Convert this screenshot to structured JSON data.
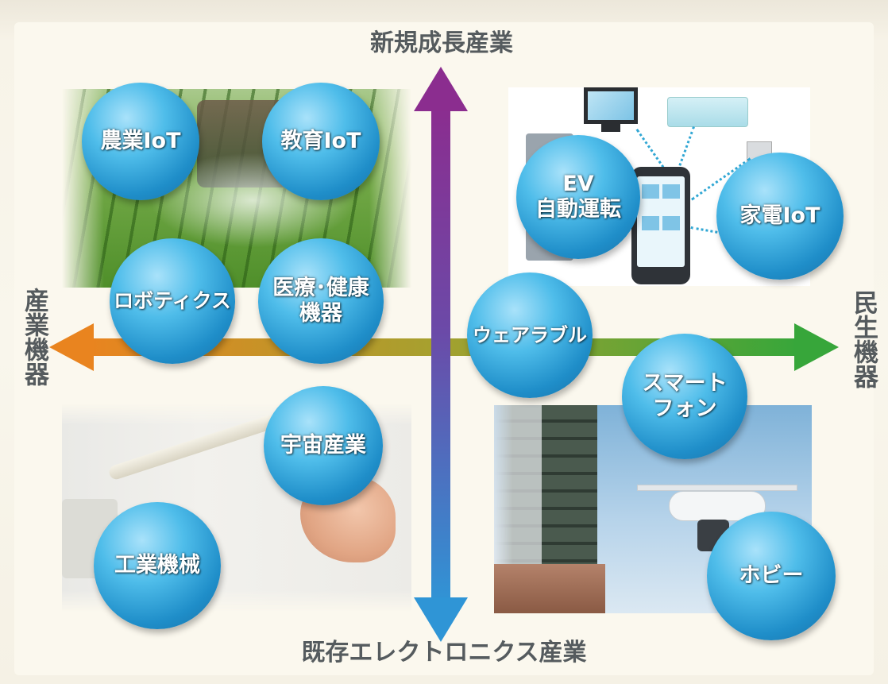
{
  "axes": {
    "top_label": "新規成長産業",
    "bottom_label": "既存エレクトロニクス産業",
    "left_label": "産業機器",
    "right_label": "民生機器",
    "colors": {
      "vertical_top": "#8b2d8f",
      "vertical_bottom": "#2f95d6",
      "horizontal_left": "#e9841f",
      "horizontal_right": "#37a63a"
    }
  },
  "bubbles": [
    {
      "id": "agri-iot",
      "label": "農業IoT"
    },
    {
      "id": "edu-iot",
      "label": "教育IoT"
    },
    {
      "id": "robotics",
      "label": "ロボティクス"
    },
    {
      "id": "medical",
      "label": "医療･健康\n機器"
    },
    {
      "id": "ev",
      "label": "EV\n自動運転"
    },
    {
      "id": "appliance-iot",
      "label": "家電IoT"
    },
    {
      "id": "wearable",
      "label": "ウェアラブル"
    },
    {
      "id": "smartphone",
      "label": "スマート\nフォン"
    },
    {
      "id": "space",
      "label": "宇宙産業"
    },
    {
      "id": "industrial",
      "label": "工業機械"
    },
    {
      "id": "hobby",
      "label": "ホビー"
    }
  ],
  "colors": {
    "bubble": "#2aa3dd",
    "label_text": "#555b5e"
  }
}
